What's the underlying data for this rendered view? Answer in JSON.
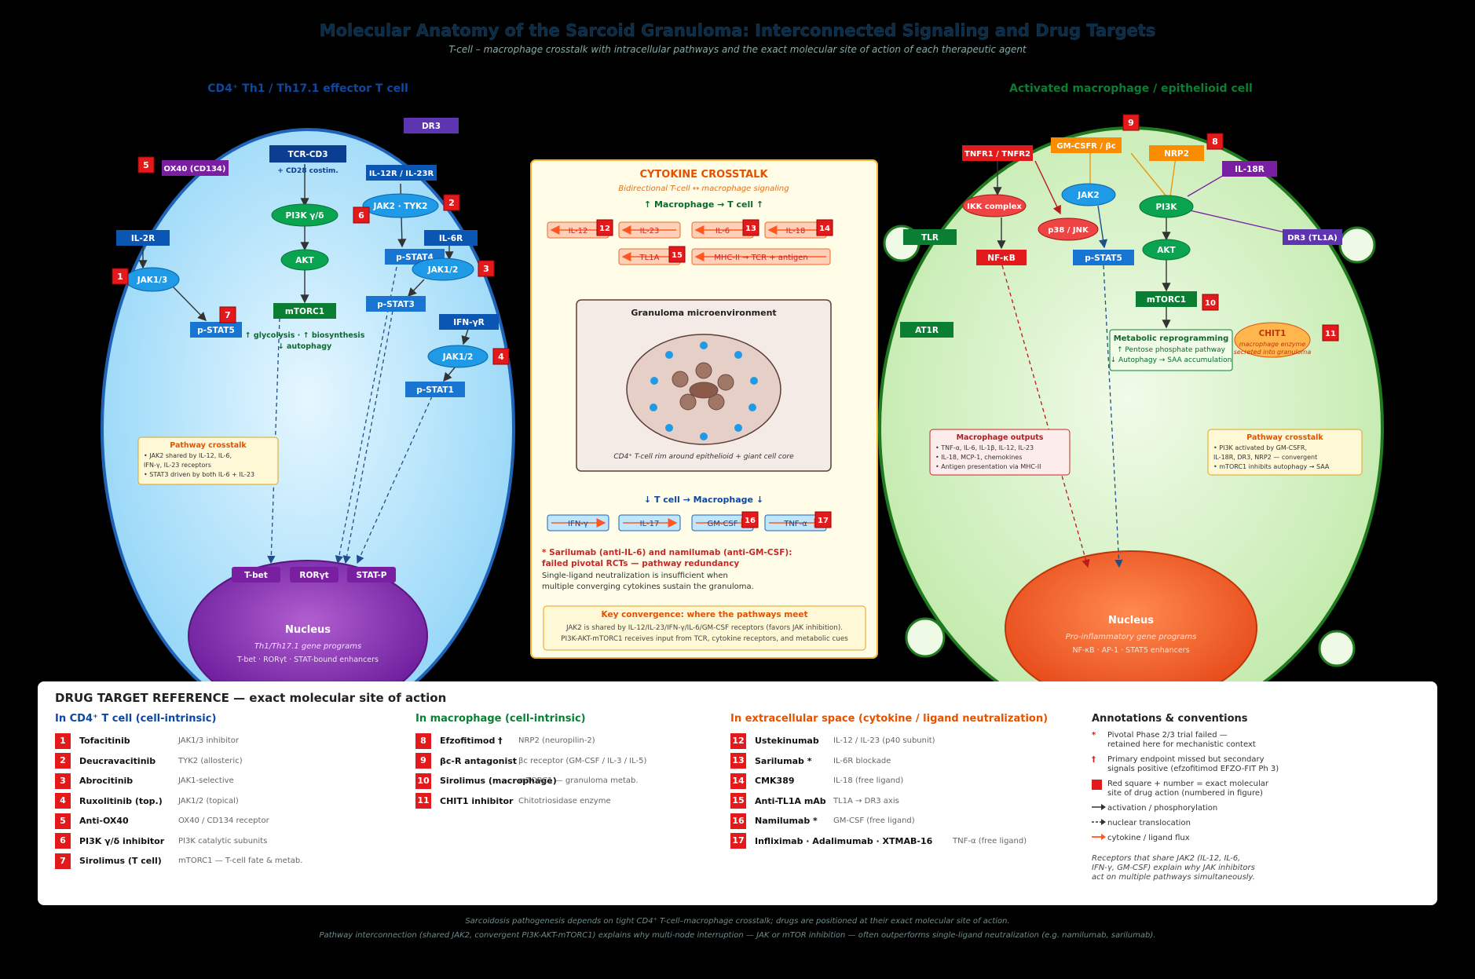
{
  "header": {
    "title": "Molecular Anatomy of the Sarcoid Granuloma: Interconnected Signaling and Drug Targets",
    "subtitle": "T-cell – macrophage crosstalk with intracellular pathways and the exact molecular site of action of each therapeutic agent"
  },
  "tcell": {
    "heading": "CD4⁺ Th1 / Th17.1 effector T cell",
    "receptors": {
      "dr3": "DR3",
      "tcr": "TCR-CD3",
      "cd28": "+ CD28 costim.",
      "ox40": "OX40 (CD134)",
      "il12r": "IL-12R / IL-23R",
      "il2r": "IL-2R",
      "il6r": "IL-6R",
      "ifngr": "IFN-γR"
    },
    "nodes": {
      "pi3k": "PI3K γ/δ",
      "akt": "AKT",
      "mtorc1": "mTORC1",
      "jak13": "JAK1/3",
      "pstat5": "p-STAT5",
      "jak2tyk2": "JAK2 · TYK2",
      "pstat4": "p-STAT4",
      "jak12a": "JAK1/2",
      "pstat3": "p-STAT3",
      "jak12b": "JAK1/2",
      "pstat1": "p-STAT1"
    },
    "metabolic_note": [
      "↑ glycolysis · ↑ biosynthesis",
      "↓ autophagy"
    ],
    "crosstalk": {
      "title": "Pathway crosstalk",
      "lines": [
        "• JAK2 shared by IL-12, IL-6,",
        "IFN-γ, IL-23 receptors",
        "• STAT3 driven by both IL-6 + IL-23"
      ]
    },
    "tfs": {
      "tbet": "T-bet",
      "ror": "RORγt",
      "statp": "STAT-P"
    },
    "nucleus": {
      "title": "Nucleus",
      "sub": "Th1/Th17.1 gene programs",
      "enh": "T-bet · RORγt · STAT-bound enhancers"
    }
  },
  "crosstalk_box": {
    "title": "CYTOKINE CROSSTALK",
    "sub": "Bidirectional T-cell ↔ macrophage signaling",
    "up": "↑ Macrophage → T cell ↑",
    "up_items": [
      "IL-12",
      "IL-23",
      "IL-6",
      "IL-18",
      "TL1A",
      "MHC-II → TCR + antigen"
    ],
    "micro_title": "Granuloma microenvironment",
    "micro_caption": "CD4⁺ T-cell rim around epithelioid + giant cell core",
    "down": "↓ T cell → Macrophage ↓",
    "down_items": [
      "IFN-γ",
      "IL-17",
      "GM-CSF",
      "TNF-α"
    ],
    "failed_title": [
      "* Sarilumab (anti-IL-6) and namilumab (anti-GM-CSF):",
      "failed pivotal RCTs — pathway redundancy"
    ],
    "failed_body": [
      "Single-ligand neutralization is insufficient when",
      "multiple converging cytokines sustain the granuloma."
    ],
    "conv_title": "Key convergence: where the pathways meet",
    "conv_lines": [
      "JAK2 is shared by IL-12/IL-23/IFN-γ/IL-6/GM-CSF receptors (favors JAK inhibition).",
      "PI3K-AKT-mTORC1 receives input from TCR, cytokine receptors, and metabolic cues"
    ]
  },
  "macrophage": {
    "heading": "Activated macrophage / epithelioid cell",
    "receptors": {
      "tnfr": "TNFR1 / TNFR2",
      "gmcsf": "GM-CSFR / βc",
      "nrp2": "NRP2",
      "il18r": "IL-18R",
      "tlr": "TLR",
      "dr3": "DR3 (TL1A)",
      "at1r": "AT1R"
    },
    "nodes": {
      "ikk": "IKK complex",
      "p38": "p38 / JNK",
      "jak2": "JAK2",
      "pi3k": "PI3K",
      "nfkb": "NF-κB",
      "pstat5": "p-STAT5",
      "akt": "AKT",
      "mtorc1": "mTORC1"
    },
    "metab": {
      "title": "Metabolic reprogramming",
      "lines": [
        "↑ Pentose phosphate pathway",
        "↓ Autophagy → SAA accumulation"
      ]
    },
    "chit1": {
      "title": "CHIT1",
      "sub1": "macrophage enzyme",
      "sub2": "secreted into granuloma"
    },
    "outputs": {
      "title": "Macrophage outputs",
      "lines": [
        "• TNF-α, IL-6, IL-1β, IL-12, IL-23",
        "• IL-18, MCP-1, chemokines",
        "• Antigen presentation via MHC-II"
      ]
    },
    "crosstalk": {
      "title": "Pathway crosstalk",
      "lines": [
        "• PI3K activated by GM-CSFR,",
        "IL-18R, DR3, NRP2 — convergent",
        "• mTORC1 inhibits autophagy → SAA"
      ]
    },
    "nucleus": {
      "title": "Nucleus",
      "sub": "Pro-inflammatory gene programs",
      "enh": "NF-κB · AP-1 · STAT5 enhancers"
    }
  },
  "reference": {
    "title": "DRUG TARGET REFERENCE — exact molecular site of action",
    "tcell_h": "In CD4⁺ T cell (cell-intrinsic)",
    "tcell": [
      {
        "n": "1",
        "name": "Tofacitinib",
        "site": "JAK1/3 inhibitor"
      },
      {
        "n": "2",
        "name": "Deucravacitinib",
        "site": "TYK2 (allosteric)"
      },
      {
        "n": "3",
        "name": "Abrocitinib",
        "site": "JAK1-selective"
      },
      {
        "n": "4",
        "name": "Ruxolitinib (top.)",
        "site": "JAK1/2 (topical)"
      },
      {
        "n": "5",
        "name": "Anti-OX40",
        "site": "OX40 / CD134 receptor"
      },
      {
        "n": "6",
        "name": "PI3K γ/δ inhibitor",
        "site": "PI3K catalytic subunits"
      },
      {
        "n": "7",
        "name": "Sirolimus (T cell)",
        "site": "mTORC1 — T-cell fate & metab."
      }
    ],
    "mac_h": "In macrophage (cell-intrinsic)",
    "mac": [
      {
        "n": "8",
        "name": "Efzofitimod †",
        "site": "NRP2 (neuropilin-2)"
      },
      {
        "n": "9",
        "name": "βc-R antagonist",
        "site": "βc receptor (GM-CSF / IL-3 / IL-5)"
      },
      {
        "n": "10",
        "name": "Sirolimus (macrophage)",
        "site": "mTORC1 — granuloma metab."
      },
      {
        "n": "11",
        "name": "CHIT1 inhibitor",
        "site": "Chitotriosidase enzyme"
      }
    ],
    "extra_h": "In extracellular space (cytokine / ligand neutralization)",
    "extra": [
      {
        "n": "12",
        "name": "Ustekinumab",
        "site": "IL-12 / IL-23 (p40 subunit)"
      },
      {
        "n": "13",
        "name": "Sarilumab *",
        "site": "IL-6R blockade"
      },
      {
        "n": "14",
        "name": "CMK389",
        "site": "IL-18 (free ligand)"
      },
      {
        "n": "15",
        "name": "Anti-TL1A mAb",
        "site": "TL1A → DR3 axis"
      },
      {
        "n": "16",
        "name": "Namilumab *",
        "site": "GM-CSF (free ligand)"
      },
      {
        "n": "17",
        "name": "Infliximab · Adalimumab · XTMAB-16",
        "site": "TNF-α (free ligand)"
      }
    ],
    "ann_h": "Annotations & conventions",
    "ann": {
      "star_sym": "*",
      "star": [
        "Pivotal Phase 2/3 trial failed —",
        "retained here for mechanistic context"
      ],
      "dag_sym": "†",
      "dag": [
        "Primary endpoint missed but secondary",
        "signals positive (efzofitimod EFZO-FIT Ph 3)"
      ],
      "sq": [
        "Red square + number = exact molecular",
        "site of drug action (numbered in figure)"
      ],
      "solid": "activation / phosphorylation",
      "dashed": "nuclear translocation",
      "flux": "cytokine / ligand flux",
      "note": [
        "Receptors that share JAK2 (IL-12, IL-6,",
        "IFN-γ, GM-CSF) explain why JAK inhibitors",
        "act on multiple pathways simultaneously."
      ]
    }
  },
  "footer": {
    "line1": "Sarcoidosis pathogenesis depends on tight CD4⁺ T-cell–macrophage crosstalk; drugs are positioned at their exact molecular site of action.",
    "line2": "Pathway interconnection (shared JAK2, convergent PI3K-AKT-mTORC1) explains why multi-node interruption — JAK or mTOR inhibition — often outperforms single-ligand neutralization (e.g. namilumab, sarilumab)."
  },
  "colors": {
    "tcell_fill": "#aee3fb",
    "tcell_stroke": "#1f63b8",
    "mac_fill": "#d4f2c2",
    "mac_stroke": "#1f7a1f",
    "drug_badge": "#e31a1c",
    "receptor_blue": "#0b55b3",
    "node_green": "#0aa34f",
    "tf_purple": "#7b1fa2"
  }
}
